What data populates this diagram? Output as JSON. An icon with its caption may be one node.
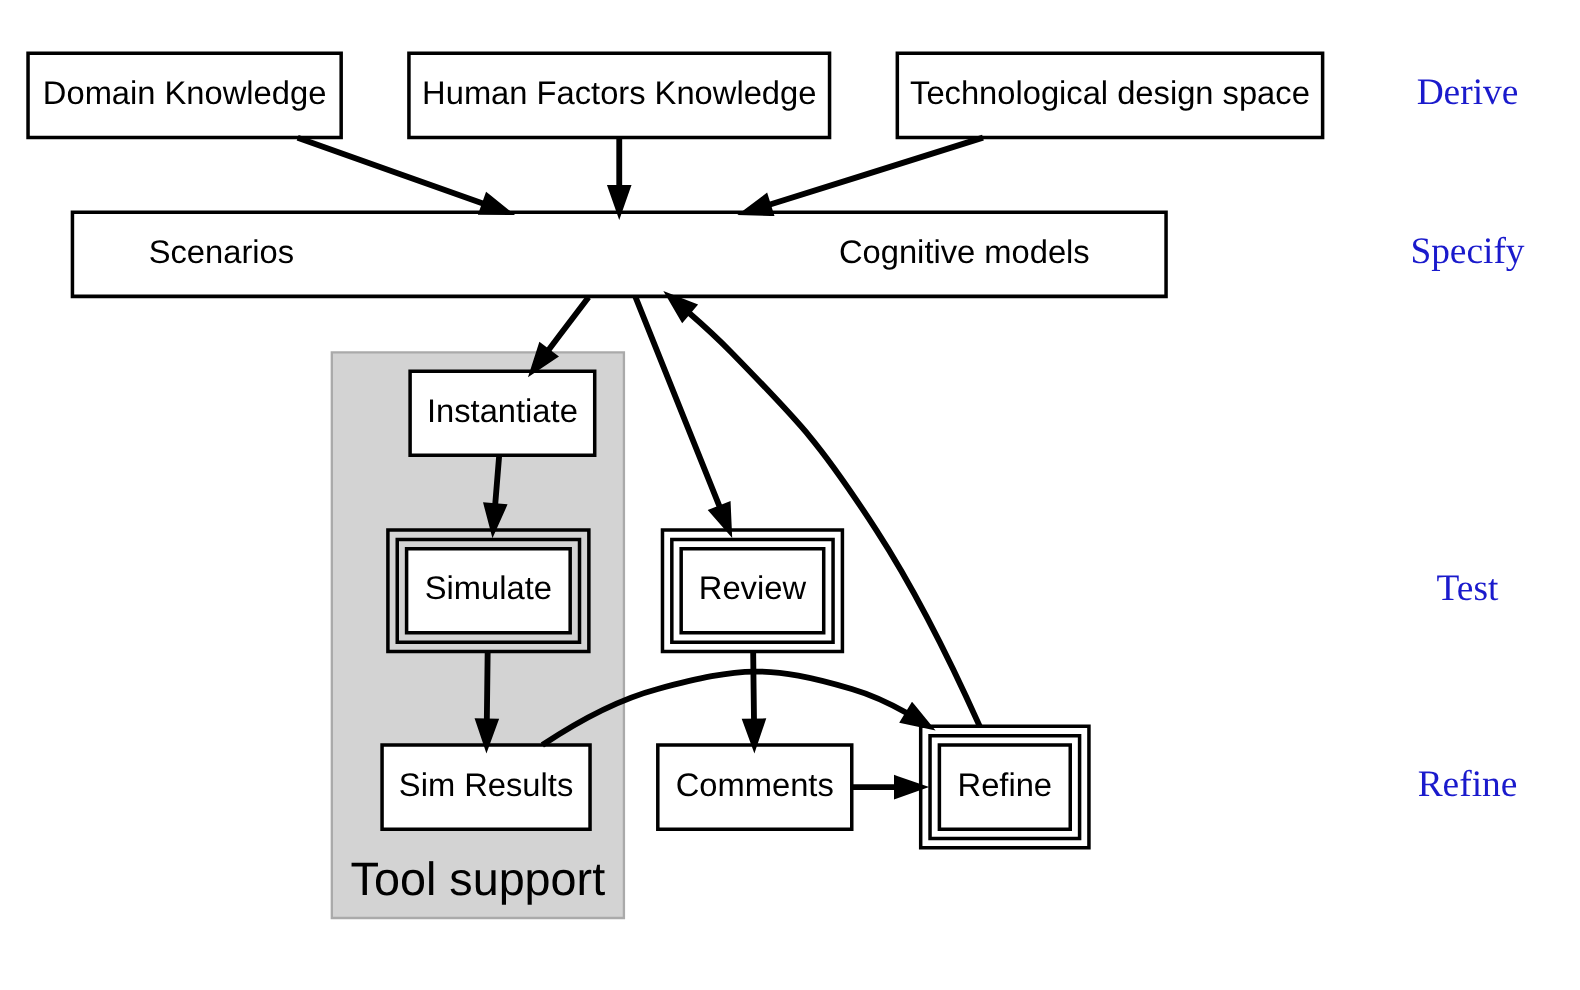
{
  "diagram": {
    "nodes": [
      {
        "text": [
          "Domain Knowledge"
        ]
      },
      {
        "text": [
          "Human Factors Knowledge"
        ]
      },
      {
        "text": [
          "Technological design space"
        ]
      },
      {
        "text": [
          "Scenarios",
          "Cognitive models"
        ]
      },
      {
        "text": [
          "Tool support"
        ]
      },
      {
        "text": [
          "Instantiate"
        ],
        "in": 4
      },
      {
        "text": [
          "Simulate"
        ],
        "in": 4
      },
      {
        "text": [
          "Sim Results"
        ],
        "in": 4
      },
      {
        "text": [
          "Review"
        ]
      },
      {
        "text": [
          "Comments"
        ]
      },
      {
        "text": [
          "Refine"
        ]
      }
    ],
    "edges": [
      {
        "from": 0,
        "to": 3,
        "arrow": "to"
      },
      {
        "from": 1,
        "to": 3,
        "arrow": "to"
      },
      {
        "from": 2,
        "to": 3,
        "arrow": "to"
      },
      {
        "from": 3,
        "to": 5,
        "arrow": "to"
      },
      {
        "from": 3,
        "to": 8,
        "arrow": "to"
      },
      {
        "from": 5,
        "to": 6,
        "arrow": "to"
      },
      {
        "from": 6,
        "to": 7,
        "arrow": "to"
      },
      {
        "from": 7,
        "to": 10,
        "arrow": "to"
      },
      {
        "from": 8,
        "to": 9,
        "arrow": "to"
      },
      {
        "from": 9,
        "to": 10,
        "arrow": "to"
      },
      {
        "from": 10,
        "to": 3,
        "arrow": "to"
      }
    ],
    "labels": [
      "Derive",
      "Specify",
      "Test",
      "Refine"
    ]
  }
}
